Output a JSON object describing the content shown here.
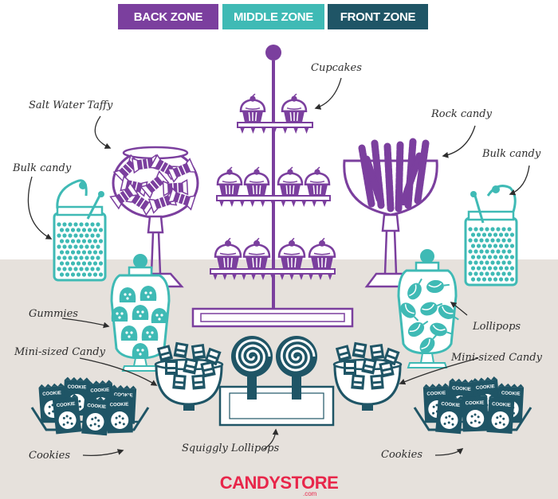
{
  "legend": {
    "back_zone": "BACK ZONE",
    "middle_zone": "MIDDLE ZONE",
    "front_zone": "FRONT ZONE"
  },
  "labels": {
    "cupcakes": "Cupcakes",
    "salt_water_taffy": "Salt Water Taffy",
    "rock_candy": "Rock candy",
    "bulk_candy_left": "Bulk candy",
    "bulk_candy_right": "Bulk candy",
    "gummies": "Gummies",
    "lollipops": "Lollipops",
    "mini_candy_left": "Mini-sized Candy",
    "mini_candy_right": "Mini-sized Candy",
    "squiggly_lollipops": "Squiggly Lollipops",
    "cookies_left": "Cookies",
    "cookies_right": "Cookies",
    "cookie_wrapper": "COOKIE"
  },
  "brand": {
    "name": "CANDYSTORE",
    "domain": ".com"
  },
  "colors": {
    "back": "#7b3f9e",
    "middle": "#3fbab5",
    "front": "#1f5566",
    "brand": "#e8264a",
    "table": "#e6e1dc"
  }
}
